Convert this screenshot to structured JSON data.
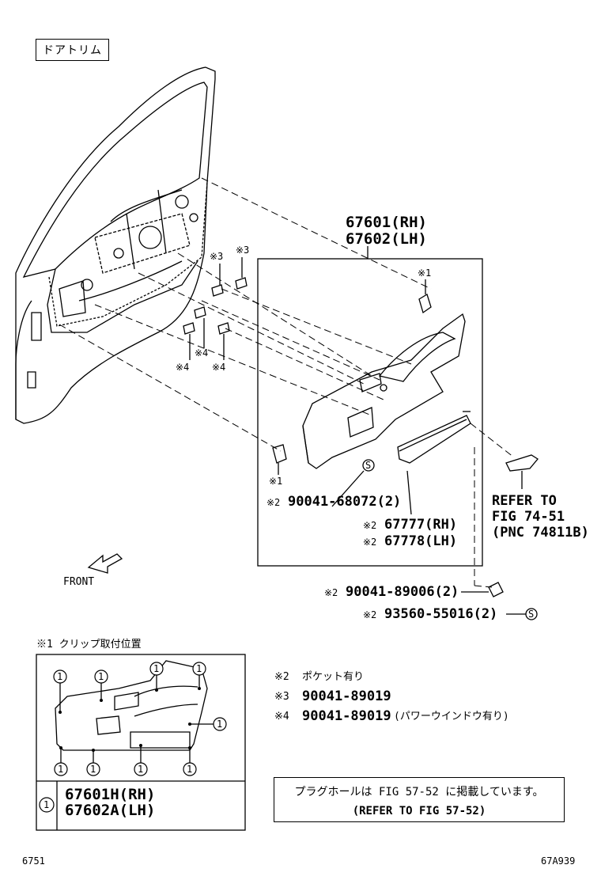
{
  "header": {
    "title": "ドアトリム"
  },
  "labels": {
    "panel_rh": "67601(RH)",
    "panel_lh": "67602(LH)",
    "pocket_rh": "67777(RH)",
    "pocket_lh": "67778(LH)",
    "screw_a": "90041-68072(2)",
    "screw_b": "90041-89006(2)",
    "screw_c": "93560-55016(2)",
    "refer_1": "REFER TO",
    "refer_2": "FIG 74-51",
    "refer_3": "(PNC 74811B)",
    "front": "FRONT",
    "mark1": "※1",
    "mark2": "※2",
    "mark3": "※3",
    "mark4": "※4",
    "s_symbol": "S",
    "circle_one": "1"
  },
  "inset": {
    "title": "※1 クリップ取付位置",
    "part_rh": "67601H(RH)",
    "part_lh": "67602A(LH)"
  },
  "legend": {
    "n2_mark": "※2",
    "n2_text": "ポケット有り",
    "n3_mark": "※3",
    "n3_text": "90041-89019",
    "n4_mark": "※4",
    "n4_text": "90041-89019",
    "n4_suffix": "(パワーウインドウ有り)"
  },
  "note": {
    "line1": "プラグホールは FIG 57-52 に掲載しています。",
    "line2": "(REFER TO FIG 57-52)"
  },
  "footer": {
    "left": "6751",
    "right": "67A939"
  }
}
